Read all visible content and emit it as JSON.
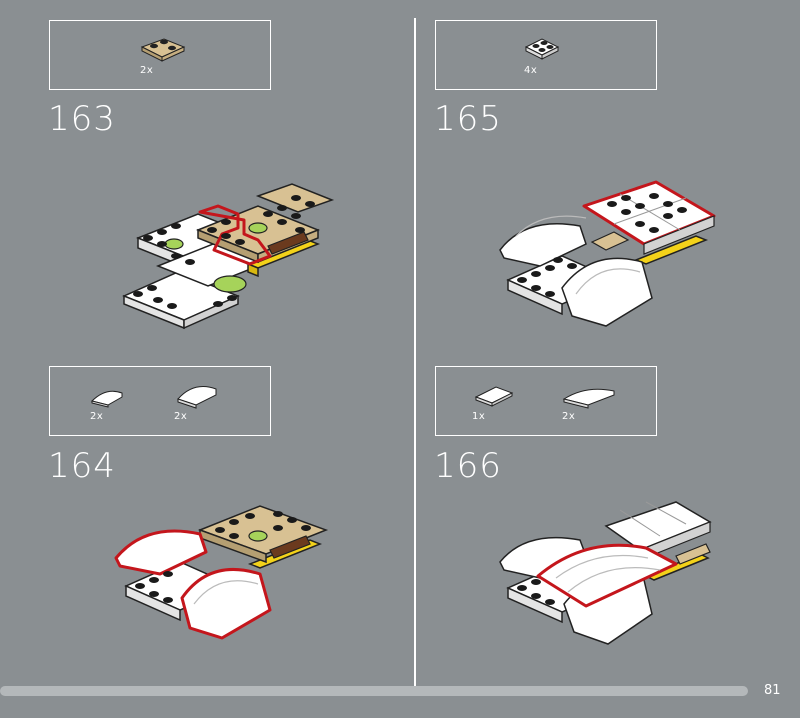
{
  "steps": [
    {
      "number": "163",
      "parts": [
        {
          "qty": "2x",
          "name": "tan-corner-plate"
        }
      ]
    },
    {
      "number": "164",
      "parts": [
        {
          "qty": "2x",
          "name": "white-curved-slope-small"
        },
        {
          "qty": "2x",
          "name": "white-curved-slope-large"
        }
      ]
    },
    {
      "number": "165",
      "parts": [
        {
          "qty": "4x",
          "name": "white-plate-2x2"
        }
      ]
    },
    {
      "number": "166",
      "parts": [
        {
          "qty": "1x",
          "name": "white-tile"
        },
        {
          "qty": "2x",
          "name": "white-curved-slope-long"
        }
      ]
    }
  ],
  "page_number": "81",
  "colors": {
    "background": "#8a8f92",
    "highlight": "#c4161c",
    "tan": "#d8c193",
    "lime": "#a6d35a",
    "yellow": "#f3d21a"
  }
}
